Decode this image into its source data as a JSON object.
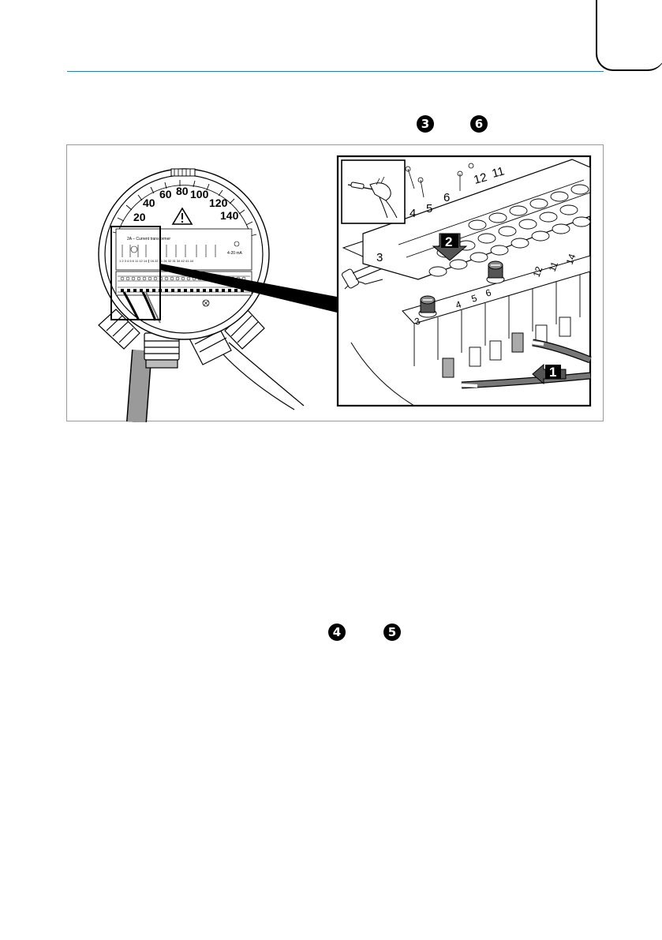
{
  "header": {
    "step_icons": [
      "3",
      "6"
    ]
  },
  "figure": {
    "dial_scale": [
      "20",
      "40",
      "60",
      "80",
      "100",
      "120",
      "140"
    ],
    "terminal_panel": {
      "title": "2A – Current transformer",
      "ma_label": "4-20 mA",
      "terminal_row": "1 2 3 4 5 6 11 12 14 ∥ 16 22 21 24 32 31 34 42 41 44"
    },
    "detail": {
      "terminal_numbers_top": [
        "4",
        "5",
        "6",
        "12",
        "11"
      ],
      "terminal_numbers_front": [
        "3",
        "4",
        "5",
        "6",
        "12",
        "11",
        "14"
      ],
      "back_label": "3",
      "steps": [
        "1",
        "2"
      ]
    }
  },
  "body_steps": {
    "step_icons": [
      "4",
      "5"
    ]
  },
  "colors": {
    "rule": "#2b7bbf",
    "frame": "#9a9a9a"
  }
}
